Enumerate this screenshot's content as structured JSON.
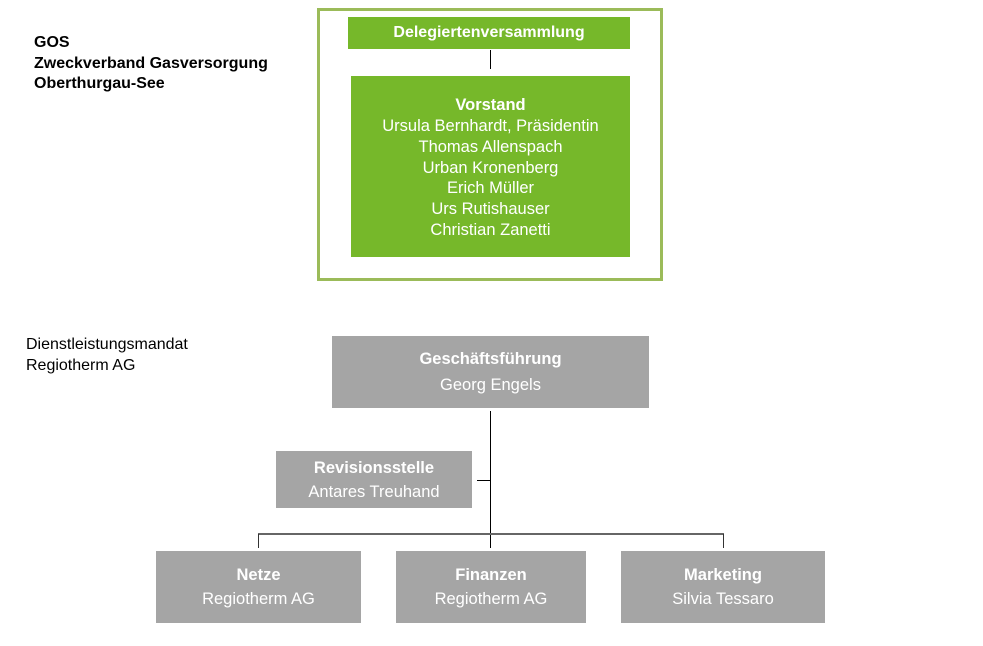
{
  "header_left": {
    "lines": [
      "GOS",
      "Zweckverband Gasversorgung",
      "Oberthurgau-See"
    ]
  },
  "mandate_label": {
    "lines": [
      "Dienstleistungsmandat",
      "Regiotherm AG"
    ]
  },
  "colors": {
    "green": "#76b82a",
    "frame_green": "#9bbb59",
    "gray": "#a5a5a5"
  },
  "delegiertenversammlung": {
    "title": "Delegiertenversammlung"
  },
  "vorstand": {
    "title": "Vorstand",
    "members": [
      "Ursula Bernhardt, Präsidentin",
      "Thomas Allenspach",
      "Urban Kronenberg",
      "Erich Müller",
      "Urs Rutishauser",
      "Christian Zanetti"
    ]
  },
  "geschaeftsfuehrung": {
    "title": "Geschäftsführung",
    "name": "Georg Engels"
  },
  "revisionsstelle": {
    "title": "Revisionsstelle",
    "name": "Antares Treuhand"
  },
  "departments": [
    {
      "title": "Netze",
      "name": "Regiotherm AG"
    },
    {
      "title": "Finanzen",
      "name": "Regiotherm AG"
    },
    {
      "title": "Marketing",
      "name": "Silvia Tessaro"
    }
  ]
}
